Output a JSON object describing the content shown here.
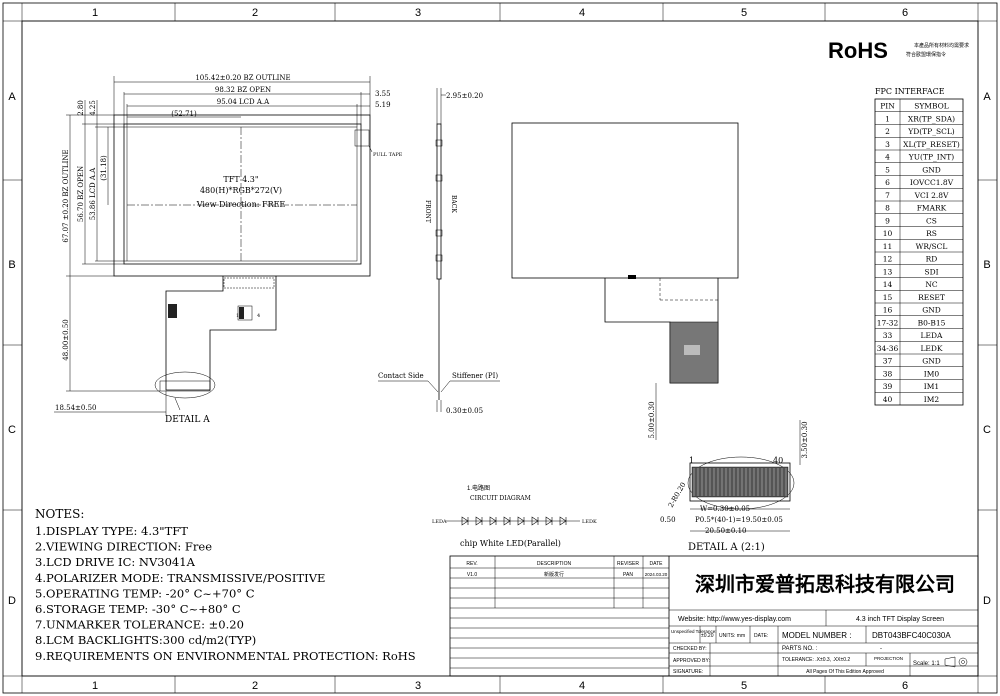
{
  "grid": {
    "columns": [
      "1",
      "2",
      "3",
      "4",
      "5",
      "6"
    ],
    "rows": [
      "A",
      "B",
      "C",
      "D"
    ]
  },
  "rohs": {
    "logo": "RoHS",
    "line1": "本產品所有材料均需要求",
    "line2": "符合歐盟環保指令"
  },
  "front_view": {
    "dim_outline_w": "105.42±0.20 BZ OUTLINE",
    "dim_open_w": "98.32 BZ OPEN",
    "dim_lcd_w": "95.04 LCD A.A",
    "dim_355": "3.55",
    "dim_519": "5.19",
    "dim_280": "2.80",
    "dim_425": "4.25",
    "dim_5271": "(52.71)",
    "dim_3118": "(31.18)",
    "dim_outline_h": "67.07 ±0.20 BZ OUTLINE",
    "dim_open_h": "56.70 BZ OPEN",
    "dim_lcd_h": "53.86 LCD A.A",
    "dim_fpc_len": "48.00±0.50",
    "dim_fpc_off": "18.54±0.50",
    "pull_tape": "PULL TAPE",
    "center_line1": "TFT 4.3\"",
    "center_line2": "480(H)*RGB*272(V)",
    "center_line3": "View Direction: FREE",
    "detail_label": "DETAIL A",
    "pin1": "1",
    "pin4": "4"
  },
  "side_view": {
    "dim_thick": "2.95±0.20",
    "front": "FRONT",
    "back": "BACK",
    "contact_side": "Contact Side",
    "stiffener": "Stiffener (PI)",
    "dim_stiff": "0.30±0.05"
  },
  "back_view": {
    "dim_500": "5.00±0.30",
    "dim_350": "3.50±0.30",
    "dim_280": "2-R0.20",
    "dim_050": "0.50",
    "pitch_w": "W=0.30±0.05",
    "pitch_p": "P0.5*(40-1)=19.50±0.05",
    "pitch_total": "20.50±0.10",
    "pin_a": "1",
    "pin_b": "40",
    "detail_label": "DETAIL A (2:1)"
  },
  "circuit": {
    "title_cn": "1.电路图",
    "title_en": "CIRCUIT DIAGRAM",
    "leda": "LEDA",
    "ledk": "LEDK",
    "caption": "chip White LED(Parallel)"
  },
  "fpc_interface": {
    "title": "FPC INTERFACE",
    "headers": [
      "PIN",
      "SYMBOL"
    ],
    "rows": [
      [
        "1",
        "XR(TP_SDA)"
      ],
      [
        "2",
        "YD(TP_SCL)"
      ],
      [
        "3",
        "XL(TP_RESET)"
      ],
      [
        "4",
        "YU(TP_INT)"
      ],
      [
        "5",
        "GND"
      ],
      [
        "6",
        "IOVCC1.8V"
      ],
      [
        "7",
        "VCI 2.8V"
      ],
      [
        "8",
        "FMARK"
      ],
      [
        "9",
        "CS"
      ],
      [
        "10",
        "RS"
      ],
      [
        "11",
        "WR/SCL"
      ],
      [
        "12",
        "RD"
      ],
      [
        "13",
        "SDI"
      ],
      [
        "14",
        "NC"
      ],
      [
        "15",
        "RESET"
      ],
      [
        "16",
        "GND"
      ],
      [
        "17-32",
        "B0-B15"
      ],
      [
        "33",
        "LEDA"
      ],
      [
        "34-36",
        "LEDK"
      ],
      [
        "37",
        "GND"
      ],
      [
        "38",
        "IM0"
      ],
      [
        "39",
        "IM1"
      ],
      [
        "40",
        "IM2"
      ]
    ]
  },
  "notes": {
    "title": "NOTES:",
    "items": [
      "1.DISPLAY TYPE:  4.3\"TFT",
      "2.VIEWING DIRECTION: Free",
      "3.LCD DRIVE IC: NV3041A",
      "4.POLARIZER MODE: TRANSMISSIVE/POSITIVE",
      "5.OPERATING TEMP: -20° C~+70° C",
      "6.STORAGE TEMP: -30° C~+80° C",
      "7.UNMARKER TOLERANCE: ±0.20",
      "8.LCM BACKLIGHTS:300 cd/m2(TYP)",
      "9.REQUIREMENTS ON ENVIRONMENTAL PROTECTION: RoHS"
    ]
  },
  "title_block": {
    "rev_headers": [
      "REV.",
      "DESCRIPTION",
      "REVISER",
      "DATE"
    ],
    "rev_row": [
      "V1.0",
      "新版发行",
      "PAN",
      "2024.03.20"
    ],
    "company": "深圳市爱普拓思科技有限公司",
    "website": "Website: http://www.yes-display.com",
    "product": "4.3 inch TFT Display Screen",
    "unspecified": "Unspecified Tolerance:",
    "tol_val": "±0.20",
    "units": "UNITS: mm",
    "date_lbl": "DATE:",
    "model_lbl": "MODEL NUMBER :",
    "model": "DBT043BFC40C030A",
    "checked": "CHECKED BY:",
    "parts": "PARTS NO. :",
    "parts_val": "-",
    "approved": "APPROVED BY:",
    "tolerance": "TOLERANCE:  .X±0.3, .XX±0.2",
    "projection": "PROJECTION",
    "scale": "Scale: 1:1",
    "signature": "SIGNATURE:",
    "pages": "All Pages Of This Edition Approved"
  }
}
